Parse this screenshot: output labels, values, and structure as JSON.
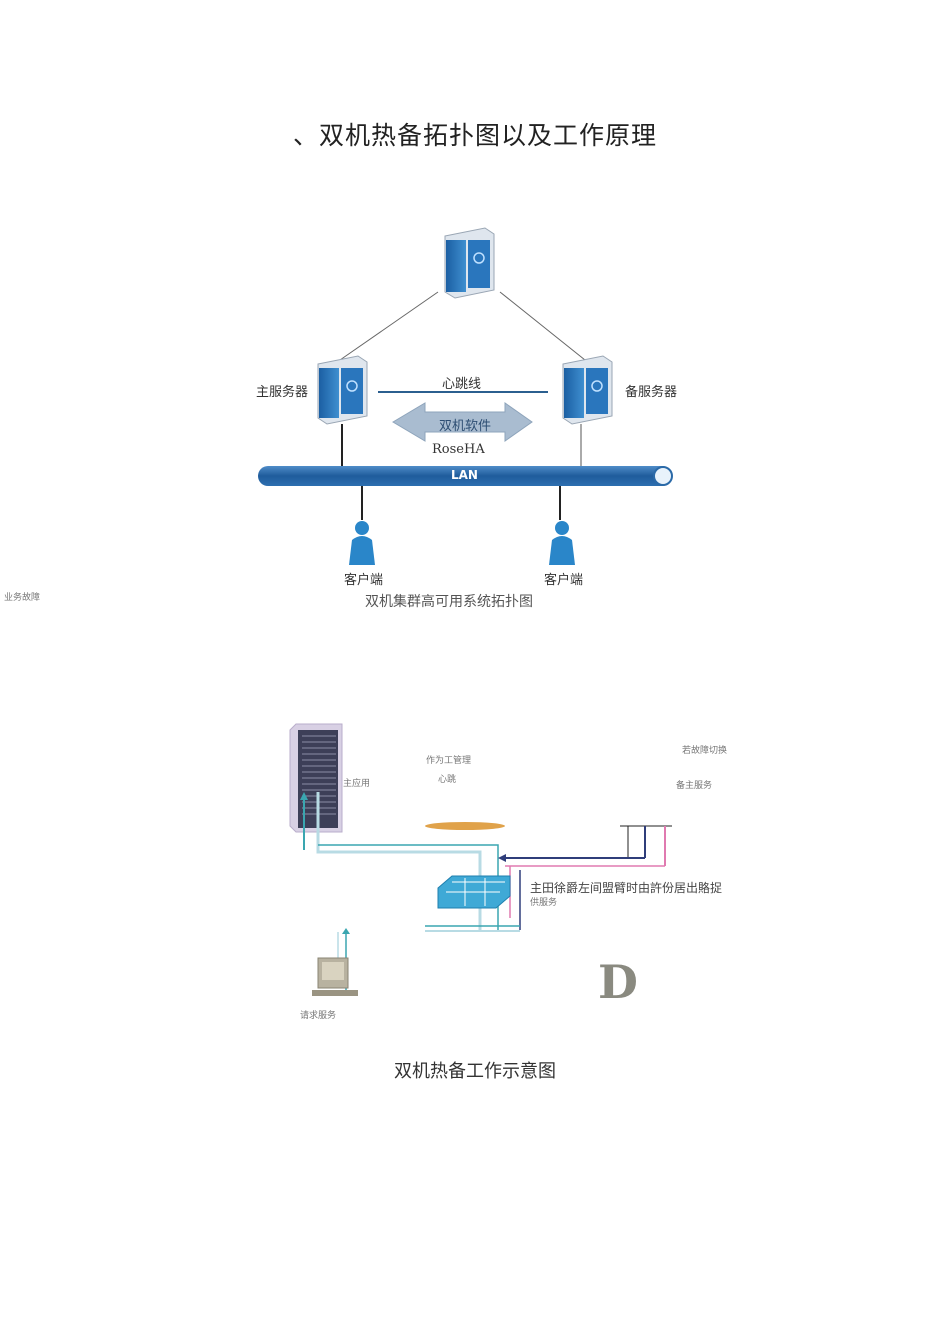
{
  "page": {
    "title": "、双机热备拓扑图以及工作原理"
  },
  "diagram1": {
    "primary_server_label": "主服务器",
    "backup_server_label": "备服务器",
    "heartbeat_label": "心跳线",
    "software_label": "双机软件",
    "software_name": "RoseHA",
    "lan_label": "LAN",
    "client_left_label": "客户端",
    "client_right_label": "客户端",
    "caption": "双机集群高可用系统拓扑图",
    "left_margin_fragment": "业务故障"
  },
  "diagram2": {
    "caption": "双机热备工作示意图",
    "status_text": "主田徐爵左间盟臂时由許份居出賂捉",
    "status_text_sub": "供服务",
    "top_mid_text": "作为工管理",
    "top_mid_sub": "心跳",
    "top_right_text": "若故障切换",
    "top_right_sub": "备主服务",
    "left_server_text": "主应用",
    "client_text": "请求服务",
    "big_letter": "D"
  },
  "colors": {
    "server_blue": "#1f6fb5",
    "server_light": "#dfe6ee",
    "lan_blue": "#2b6aa8",
    "arrow_gray": "#a9bcd0",
    "client_blue": "#2a86c9",
    "flow_teal": "#3aa6b0",
    "flow_navy": "#2f3d7a",
    "flow_pink": "#e07ab0",
    "switch_cyan": "#3fa9d6"
  }
}
